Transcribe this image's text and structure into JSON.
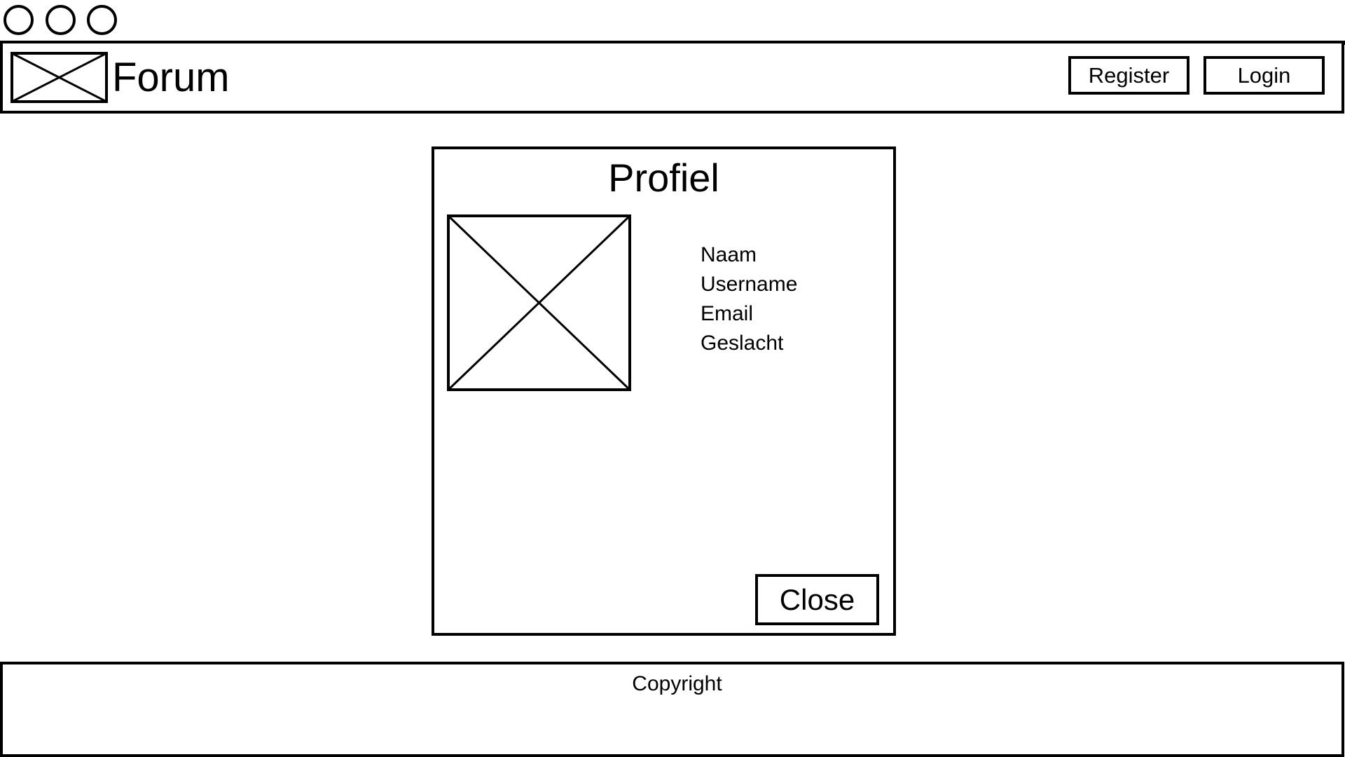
{
  "window": {
    "controls": [
      "window-dot",
      "window-dot",
      "window-dot"
    ]
  },
  "header": {
    "logo_icon": "image-placeholder-icon",
    "title": "Forum",
    "register_label": "Register",
    "login_label": "Login"
  },
  "profile": {
    "title": "Profiel",
    "avatar_icon": "image-placeholder-icon",
    "fields": [
      "Naam",
      "Username",
      "Email",
      "Geslacht"
    ],
    "close_label": "Close"
  },
  "footer": {
    "copyright": "Copyright"
  },
  "colors": {
    "stroke": "#000000",
    "background": "#ffffff"
  }
}
